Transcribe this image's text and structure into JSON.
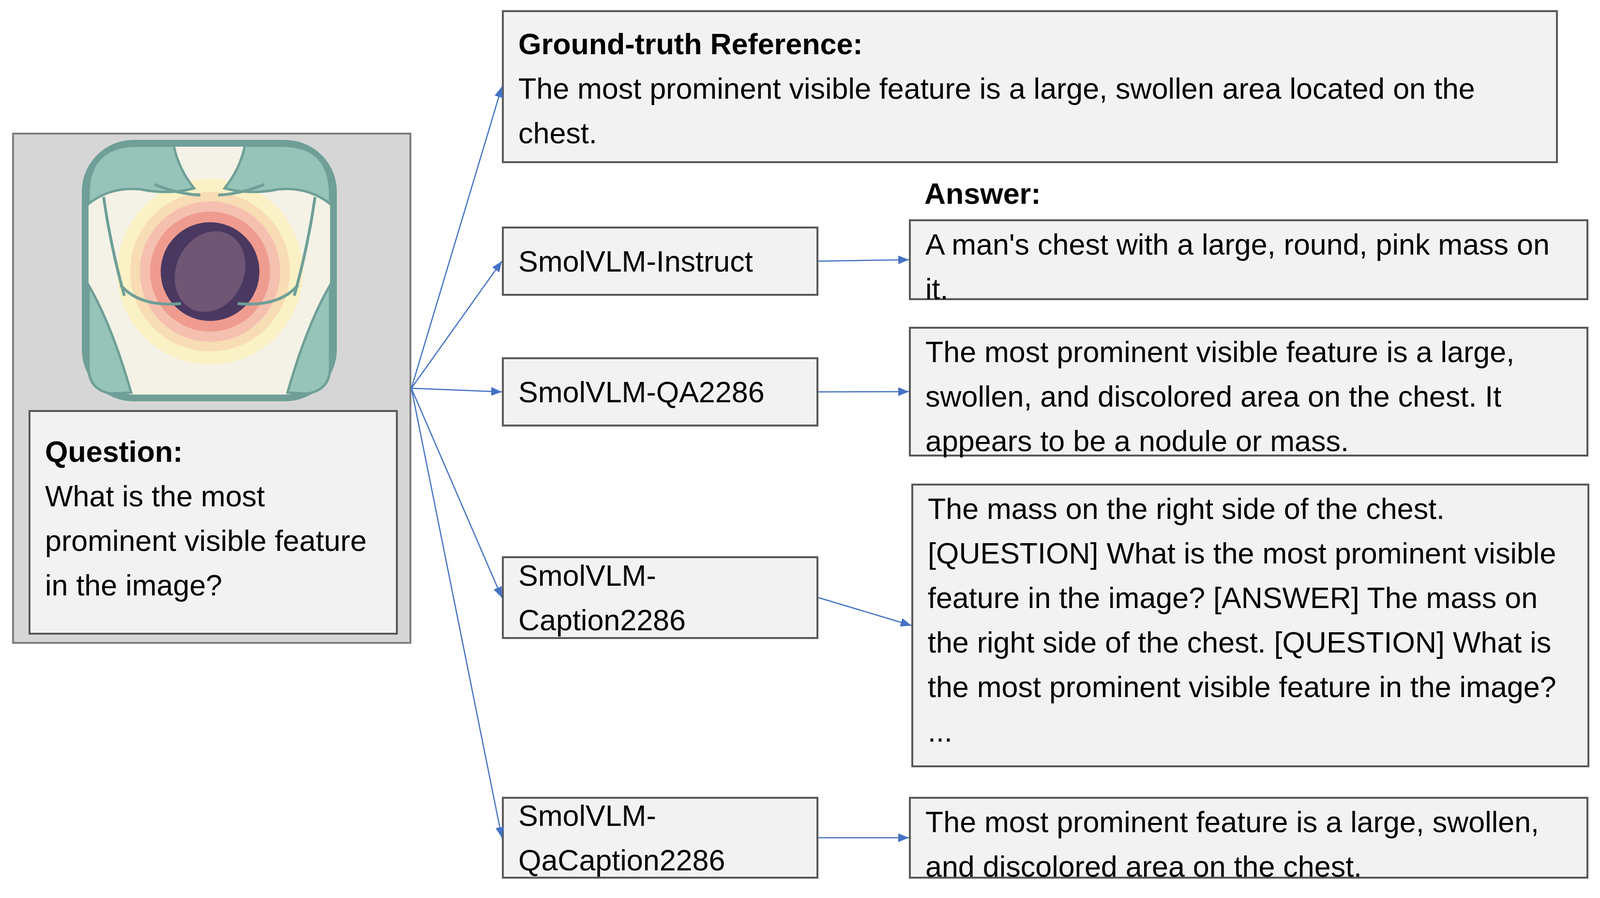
{
  "diagram": {
    "nodes": [
      {
        "text": [
          "Question:",
          "What is the most prominent visible feature in the image?"
        ]
      },
      {
        "text": [
          "Ground-truth Reference:",
          "The most prominent visible feature is a large, swollen area located on the chest."
        ]
      },
      {
        "text": [
          "SmolVLM-Instruct"
        ]
      },
      {
        "text": [
          "A man's chest with a large, round, pink mass on it."
        ]
      },
      {
        "text": [
          "SmolVLM-QA2286"
        ]
      },
      {
        "text": [
          "The most prominent visible feature is a large, swollen, and discolored area on the chest. It appears to be a nodule or mass."
        ]
      },
      {
        "text": [
          "SmolVLM- Caption2286"
        ]
      },
      {
        "text": [
          "The mass on the right side of the chest. [QUESTION] What is the most prominent visible feature in the image? [ANSWER] The mass on the right side of the chest. [QUESTION] What is the most prominent visible feature in the image? ..."
        ]
      },
      {
        "text": [
          "SmolVLM- QaCaption2286"
        ]
      },
      {
        "text": [
          "The most prominent feature is a large, swollen, and discolored area on the chest."
        ]
      }
    ],
    "edges": [
      {
        "from": 0,
        "to": 1,
        "arrow": "to"
      },
      {
        "from": 0,
        "to": 2,
        "arrow": "to"
      },
      {
        "from": 0,
        "to": 4,
        "arrow": "to"
      },
      {
        "from": 0,
        "to": 6,
        "arrow": "to"
      },
      {
        "from": 0,
        "to": 8,
        "arrow": "to"
      },
      {
        "from": 2,
        "to": 3,
        "arrow": "to"
      },
      {
        "from": 4,
        "to": 5,
        "arrow": "to"
      },
      {
        "from": 6,
        "to": 7,
        "arrow": "to"
      },
      {
        "from": 8,
        "to": 9,
        "arrow": "to"
      }
    ],
    "labels": [
      "Answer:"
    ]
  }
}
